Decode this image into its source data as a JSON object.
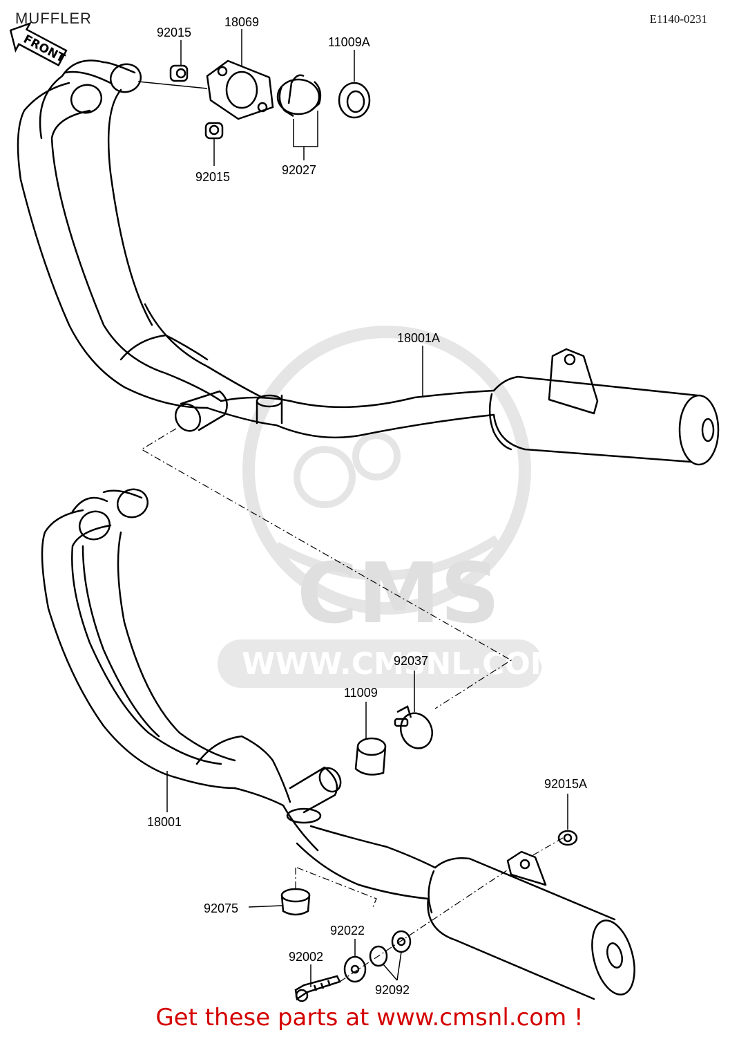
{
  "title": "MUFFLER",
  "diagram_code": "E1140-0231",
  "front_label": "FRONT",
  "watermark": {
    "brand": "CMS",
    "url": "WWW.CMSNL.COM"
  },
  "parts": [
    {
      "number": "92015",
      "key": "p92015_top"
    },
    {
      "number": "18069",
      "key": "p18069"
    },
    {
      "number": "11009A",
      "key": "p11009A"
    },
    {
      "number": "92015",
      "key": "p92015_bottom"
    },
    {
      "number": "92027",
      "key": "p92027"
    },
    {
      "number": "18001A",
      "key": "p18001A"
    },
    {
      "number": "92037",
      "key": "p92037"
    },
    {
      "number": "11009",
      "key": "p11009"
    },
    {
      "number": "92015A",
      "key": "p92015A"
    },
    {
      "number": "18001",
      "key": "p18001"
    },
    {
      "number": "92075",
      "key": "p92075"
    },
    {
      "number": "92022",
      "key": "p92022"
    },
    {
      "number": "92002",
      "key": "p92002"
    },
    {
      "number": "92092",
      "key": "p92092"
    }
  ],
  "footer_text": "Get these parts at www.cmsnl.com !"
}
